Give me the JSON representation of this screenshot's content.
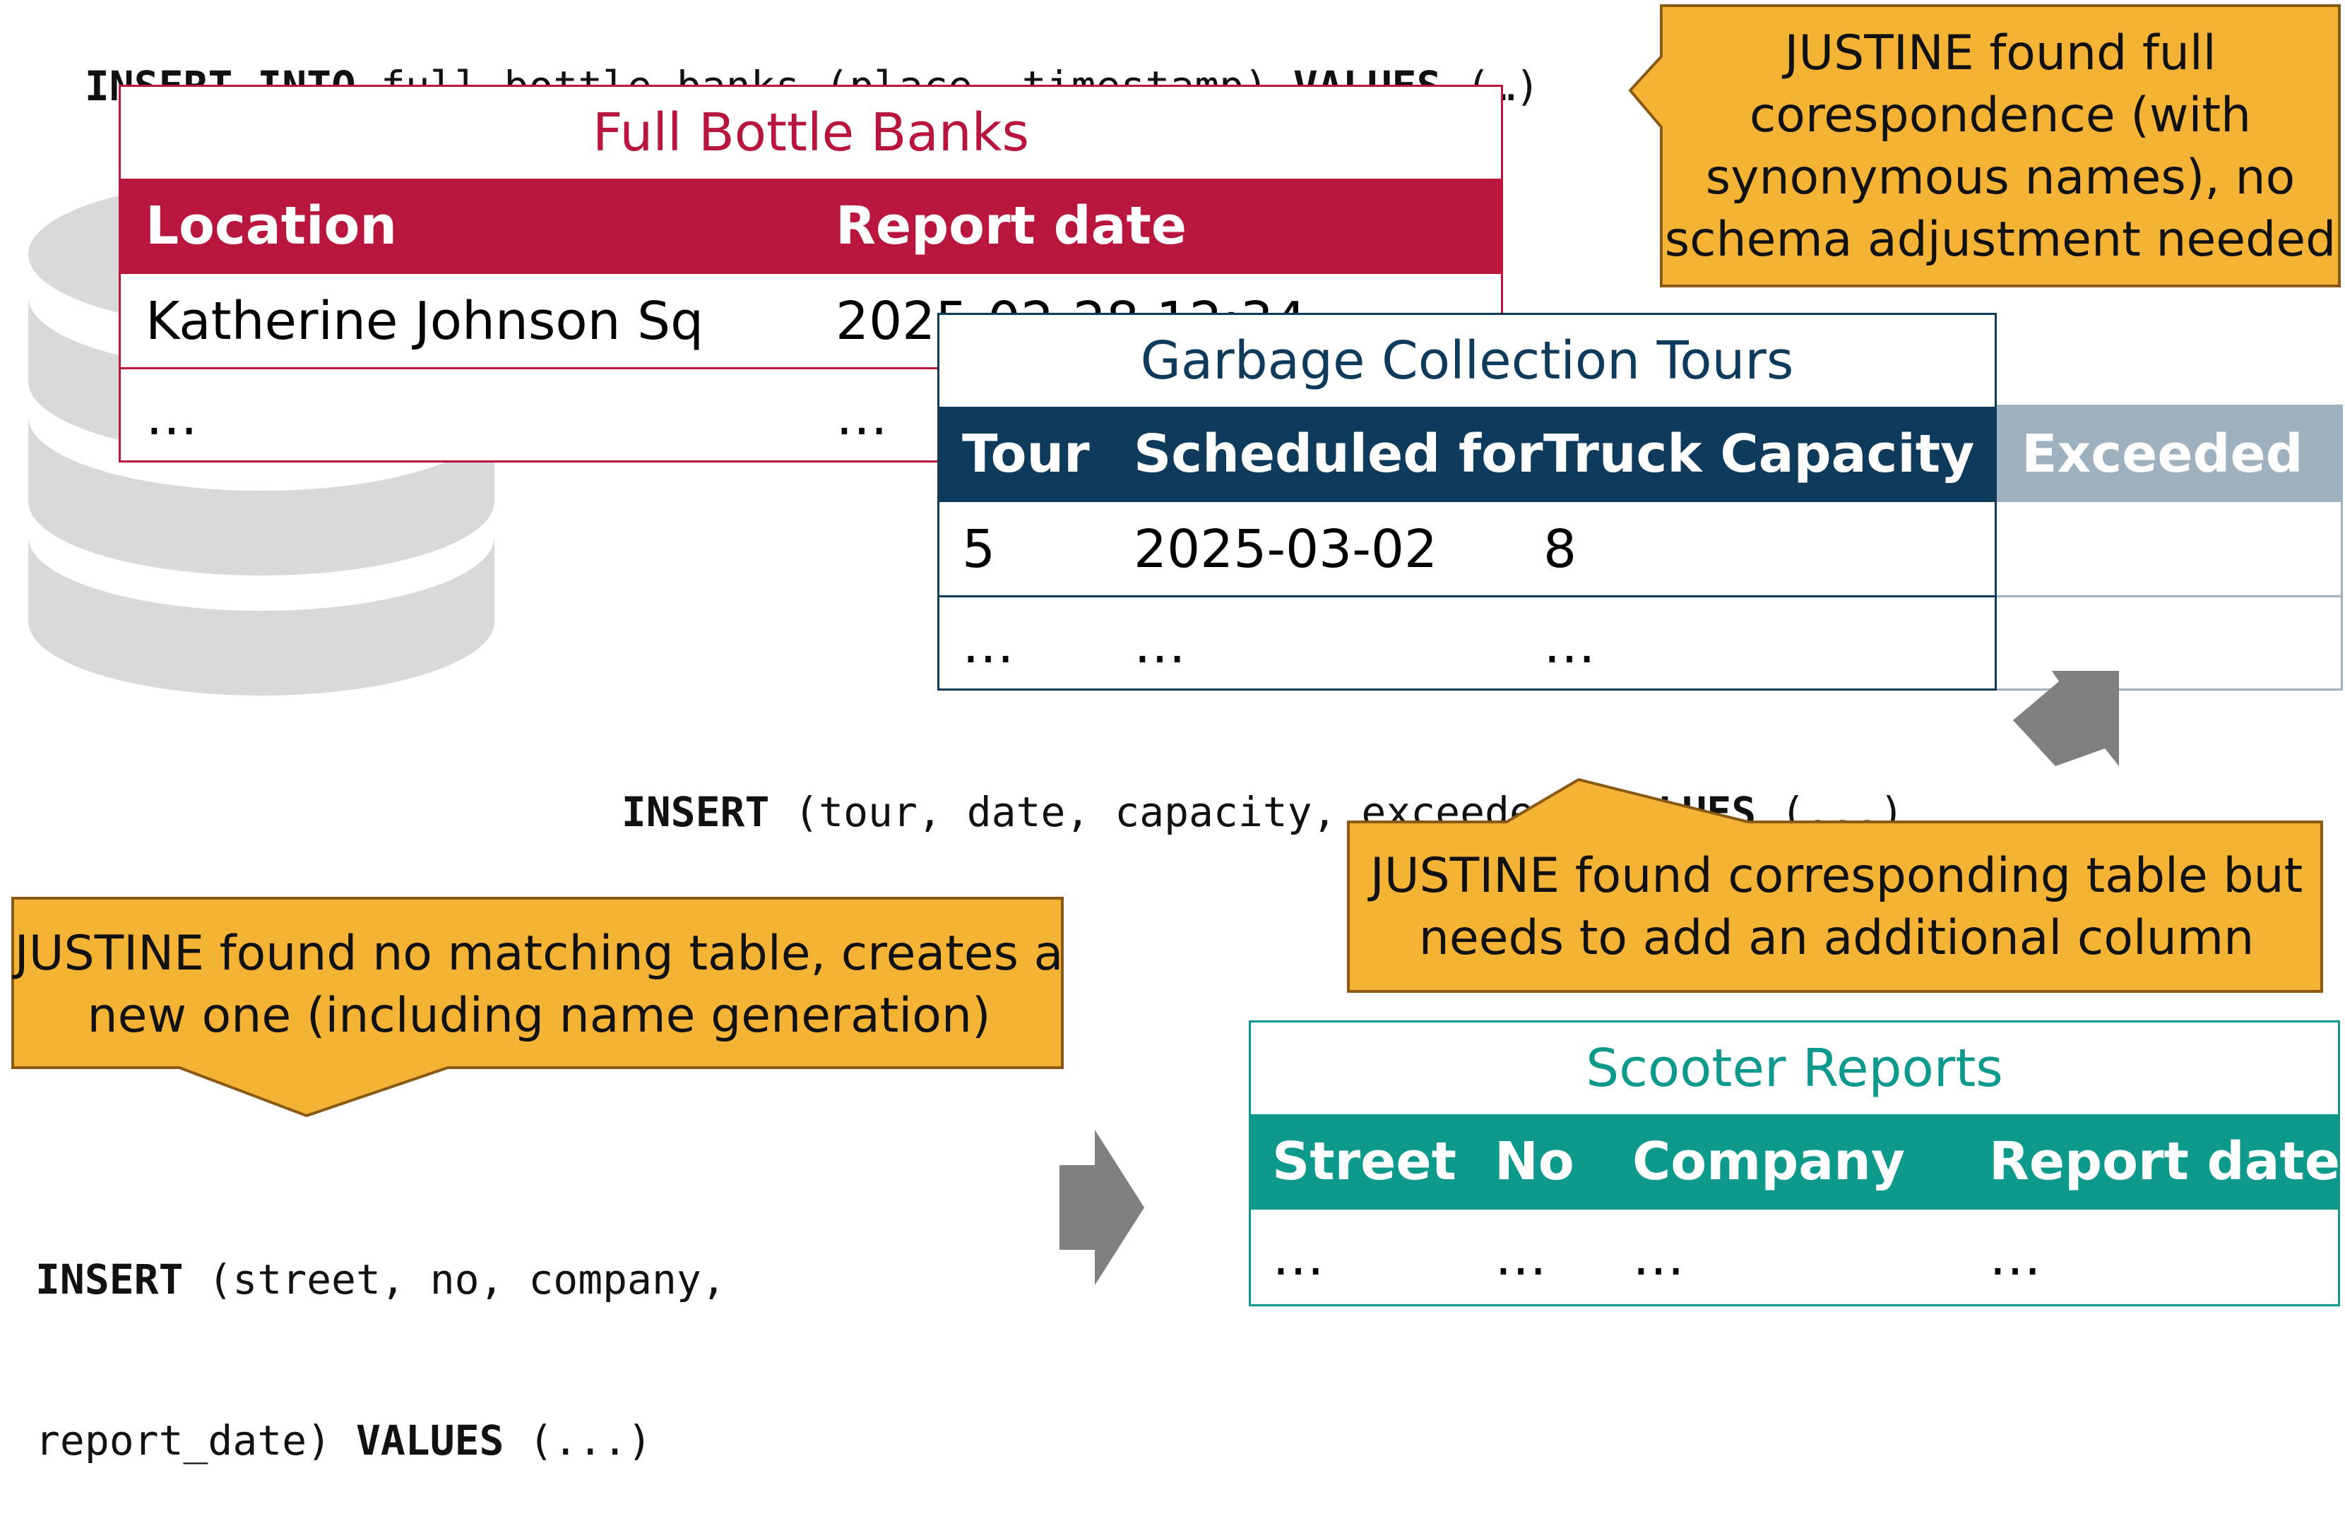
{
  "code": {
    "top": {
      "kw1": "INSERT INTO",
      "mid": " full_bottle_banks (place, timestamp) ",
      "kw2": "VALUES",
      "tail": " (…)"
    },
    "middle": {
      "kw1": "INSERT",
      "mid": " (tour, date, capacity, exceeded) ",
      "kw2": "VALUES",
      "tail": " (...)"
    },
    "bottom": {
      "kw1": "INSERT",
      "line1": " (street, no, company,",
      "line2a": "report_date) ",
      "kw2": "VALUES",
      "tail": " (...)"
    }
  },
  "tables": {
    "full_bottle_banks": {
      "title": "Full Bottle Banks",
      "headers": [
        "Location",
        "Report date"
      ],
      "rows": [
        [
          "Katherine Johnson Sq",
          "2025-02-28 12:34"
        ],
        [
          "…",
          "…"
        ]
      ]
    },
    "garbage_collection_tours": {
      "title": "Garbage Collection Tours",
      "headers": [
        "Tour",
        "Scheduled for",
        "Truck Capacity"
      ],
      "added_column": "Exceeded",
      "rows": [
        [
          "5",
          "2025-03-02",
          "8"
        ],
        [
          "…",
          "…",
          "…"
        ]
      ]
    },
    "scooter_reports": {
      "title": "Scooter Reports",
      "headers": [
        "Street",
        "No",
        "Company",
        "Report date"
      ],
      "rows": [
        [
          "…",
          "…",
          "…",
          "…"
        ]
      ]
    }
  },
  "callouts": {
    "full_match": [
      "JUSTINE found full",
      "corespondence (with",
      "synonymous names), no",
      "schema adjustment needed"
    ],
    "add_column": [
      "JUSTINE found corresponding table but",
      "needs to add an additional column"
    ],
    "new_table": [
      "JUSTINE found no matching table, creates a",
      "new one (including name generation)"
    ]
  },
  "colors": {
    "full_bottle_banks": "#b8163c",
    "garbage_collection_tours": "#0e3b5c",
    "added_column": "#9fb0bf",
    "scooter_reports": "#0d9a8c",
    "callout_fill": "#f5b335",
    "callout_border": "#8a5a14",
    "arrow": "#808080",
    "database": "#d9d9d9"
  }
}
